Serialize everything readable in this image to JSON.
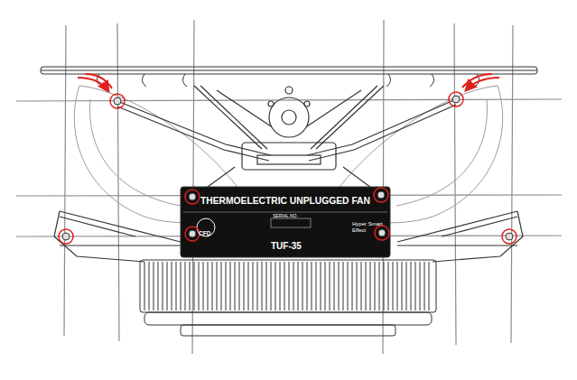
{
  "diagram": {
    "nodes": [
      {
        "text": [
          "THERMOELECTRIC UNPLUGGED FAN",
          "CFD",
          "SERIAL NO.",
          "TUF-35",
          "Hyper Smart Effect"
        ]
      }
    ]
  }
}
